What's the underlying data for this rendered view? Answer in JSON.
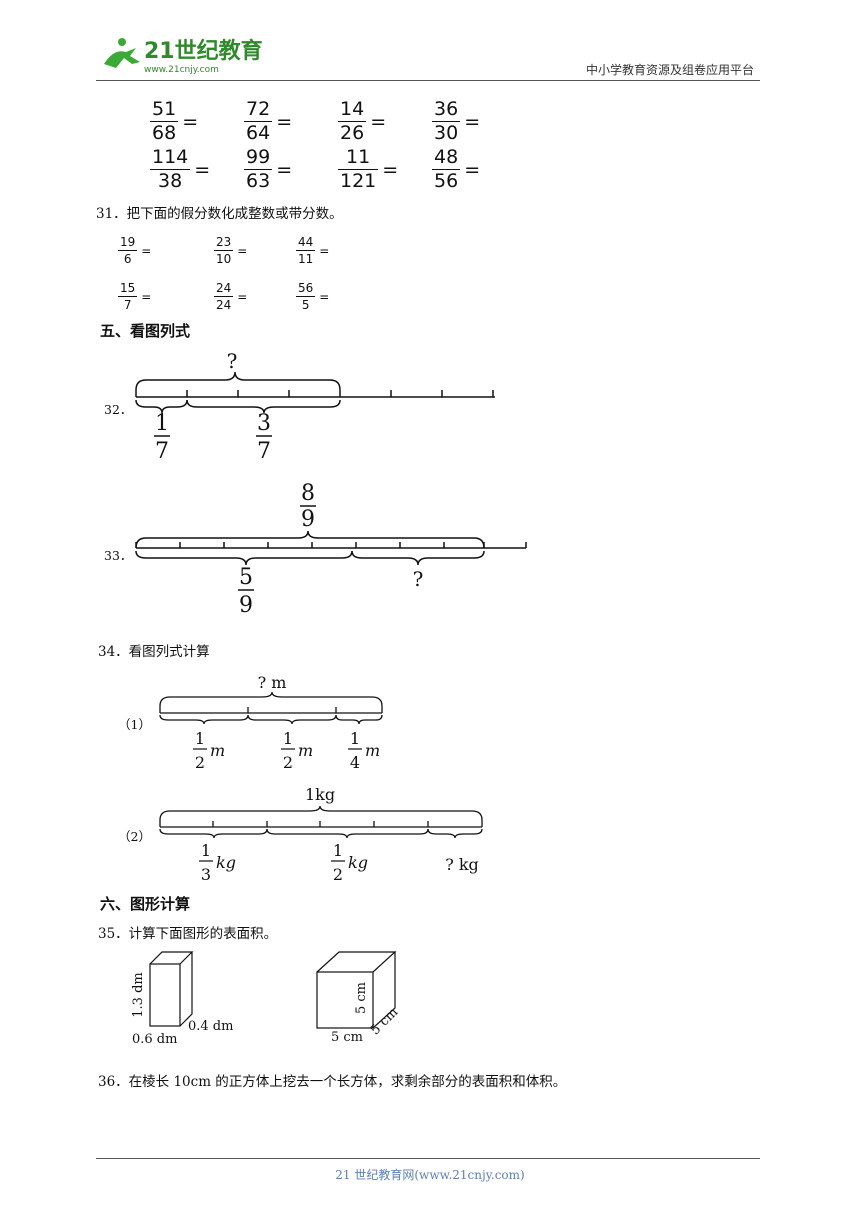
{
  "header": {
    "logo_text": "21世纪教育",
    "logo_url": "www.21cnjy.com",
    "right_text": "中小学教育资源及组卷应用平台"
  },
  "q30": {
    "items": [
      {
        "num": "51",
        "den": "68"
      },
      {
        "num": "72",
        "den": "64"
      },
      {
        "num": "14",
        "den": "26"
      },
      {
        "num": "36",
        "den": "30"
      },
      {
        "num": "114",
        "den": "38"
      },
      {
        "num": "99",
        "den": "63"
      },
      {
        "num": "11",
        "den": "121"
      },
      {
        "num": "48",
        "den": "56"
      }
    ],
    "eq": "="
  },
  "q31": {
    "text": "31．把下面的假分数化成整数或带分数。",
    "items": [
      {
        "num": "19",
        "den": "6"
      },
      {
        "num": "23",
        "den": "10"
      },
      {
        "num": "44",
        "den": "11"
      },
      {
        "num": "15",
        "den": "7"
      },
      {
        "num": "24",
        "den": "24"
      },
      {
        "num": "56",
        "den": "5"
      }
    ]
  },
  "section5": "五、看图列式",
  "q32": {
    "label": "32．",
    "top": "?",
    "a_num": "1",
    "a_den": "7",
    "b_num": "3",
    "b_den": "7"
  },
  "q33": {
    "label": "33．",
    "top_num": "8",
    "top_den": "9",
    "a_num": "5",
    "a_den": "9",
    "b": "?"
  },
  "q34": {
    "text": "34．看图列式计算",
    "p1": {
      "label": "（1）",
      "top": "? m",
      "f": [
        {
          "n": "1",
          "d": "2",
          "u": "m"
        },
        {
          "n": "1",
          "d": "2",
          "u": "m"
        },
        {
          "n": "1",
          "d": "4",
          "u": "m"
        }
      ]
    },
    "p2": {
      "label": "（2）",
      "top": "1kg",
      "f": [
        {
          "n": "1",
          "d": "3",
          "u": "kg"
        },
        {
          "n": "1",
          "d": "2",
          "u": "kg"
        }
      ],
      "q": "? kg"
    }
  },
  "section6": "六、图形计算",
  "q35": {
    "text": "35．计算下面图形的表面积。",
    "box": {
      "h": "1.3 dm",
      "d": "0.4 dm",
      "w": "0.6 dm"
    },
    "cube": {
      "h": "5 cm",
      "w": "5 cm",
      "d": "5 cm"
    }
  },
  "q36": {
    "text": "36．在棱长 10cm 的正方体上挖去一个长方体，求剩余部分的表面积和体积。"
  },
  "footer": "21 世纪教育网(www.21cnjy.com)"
}
